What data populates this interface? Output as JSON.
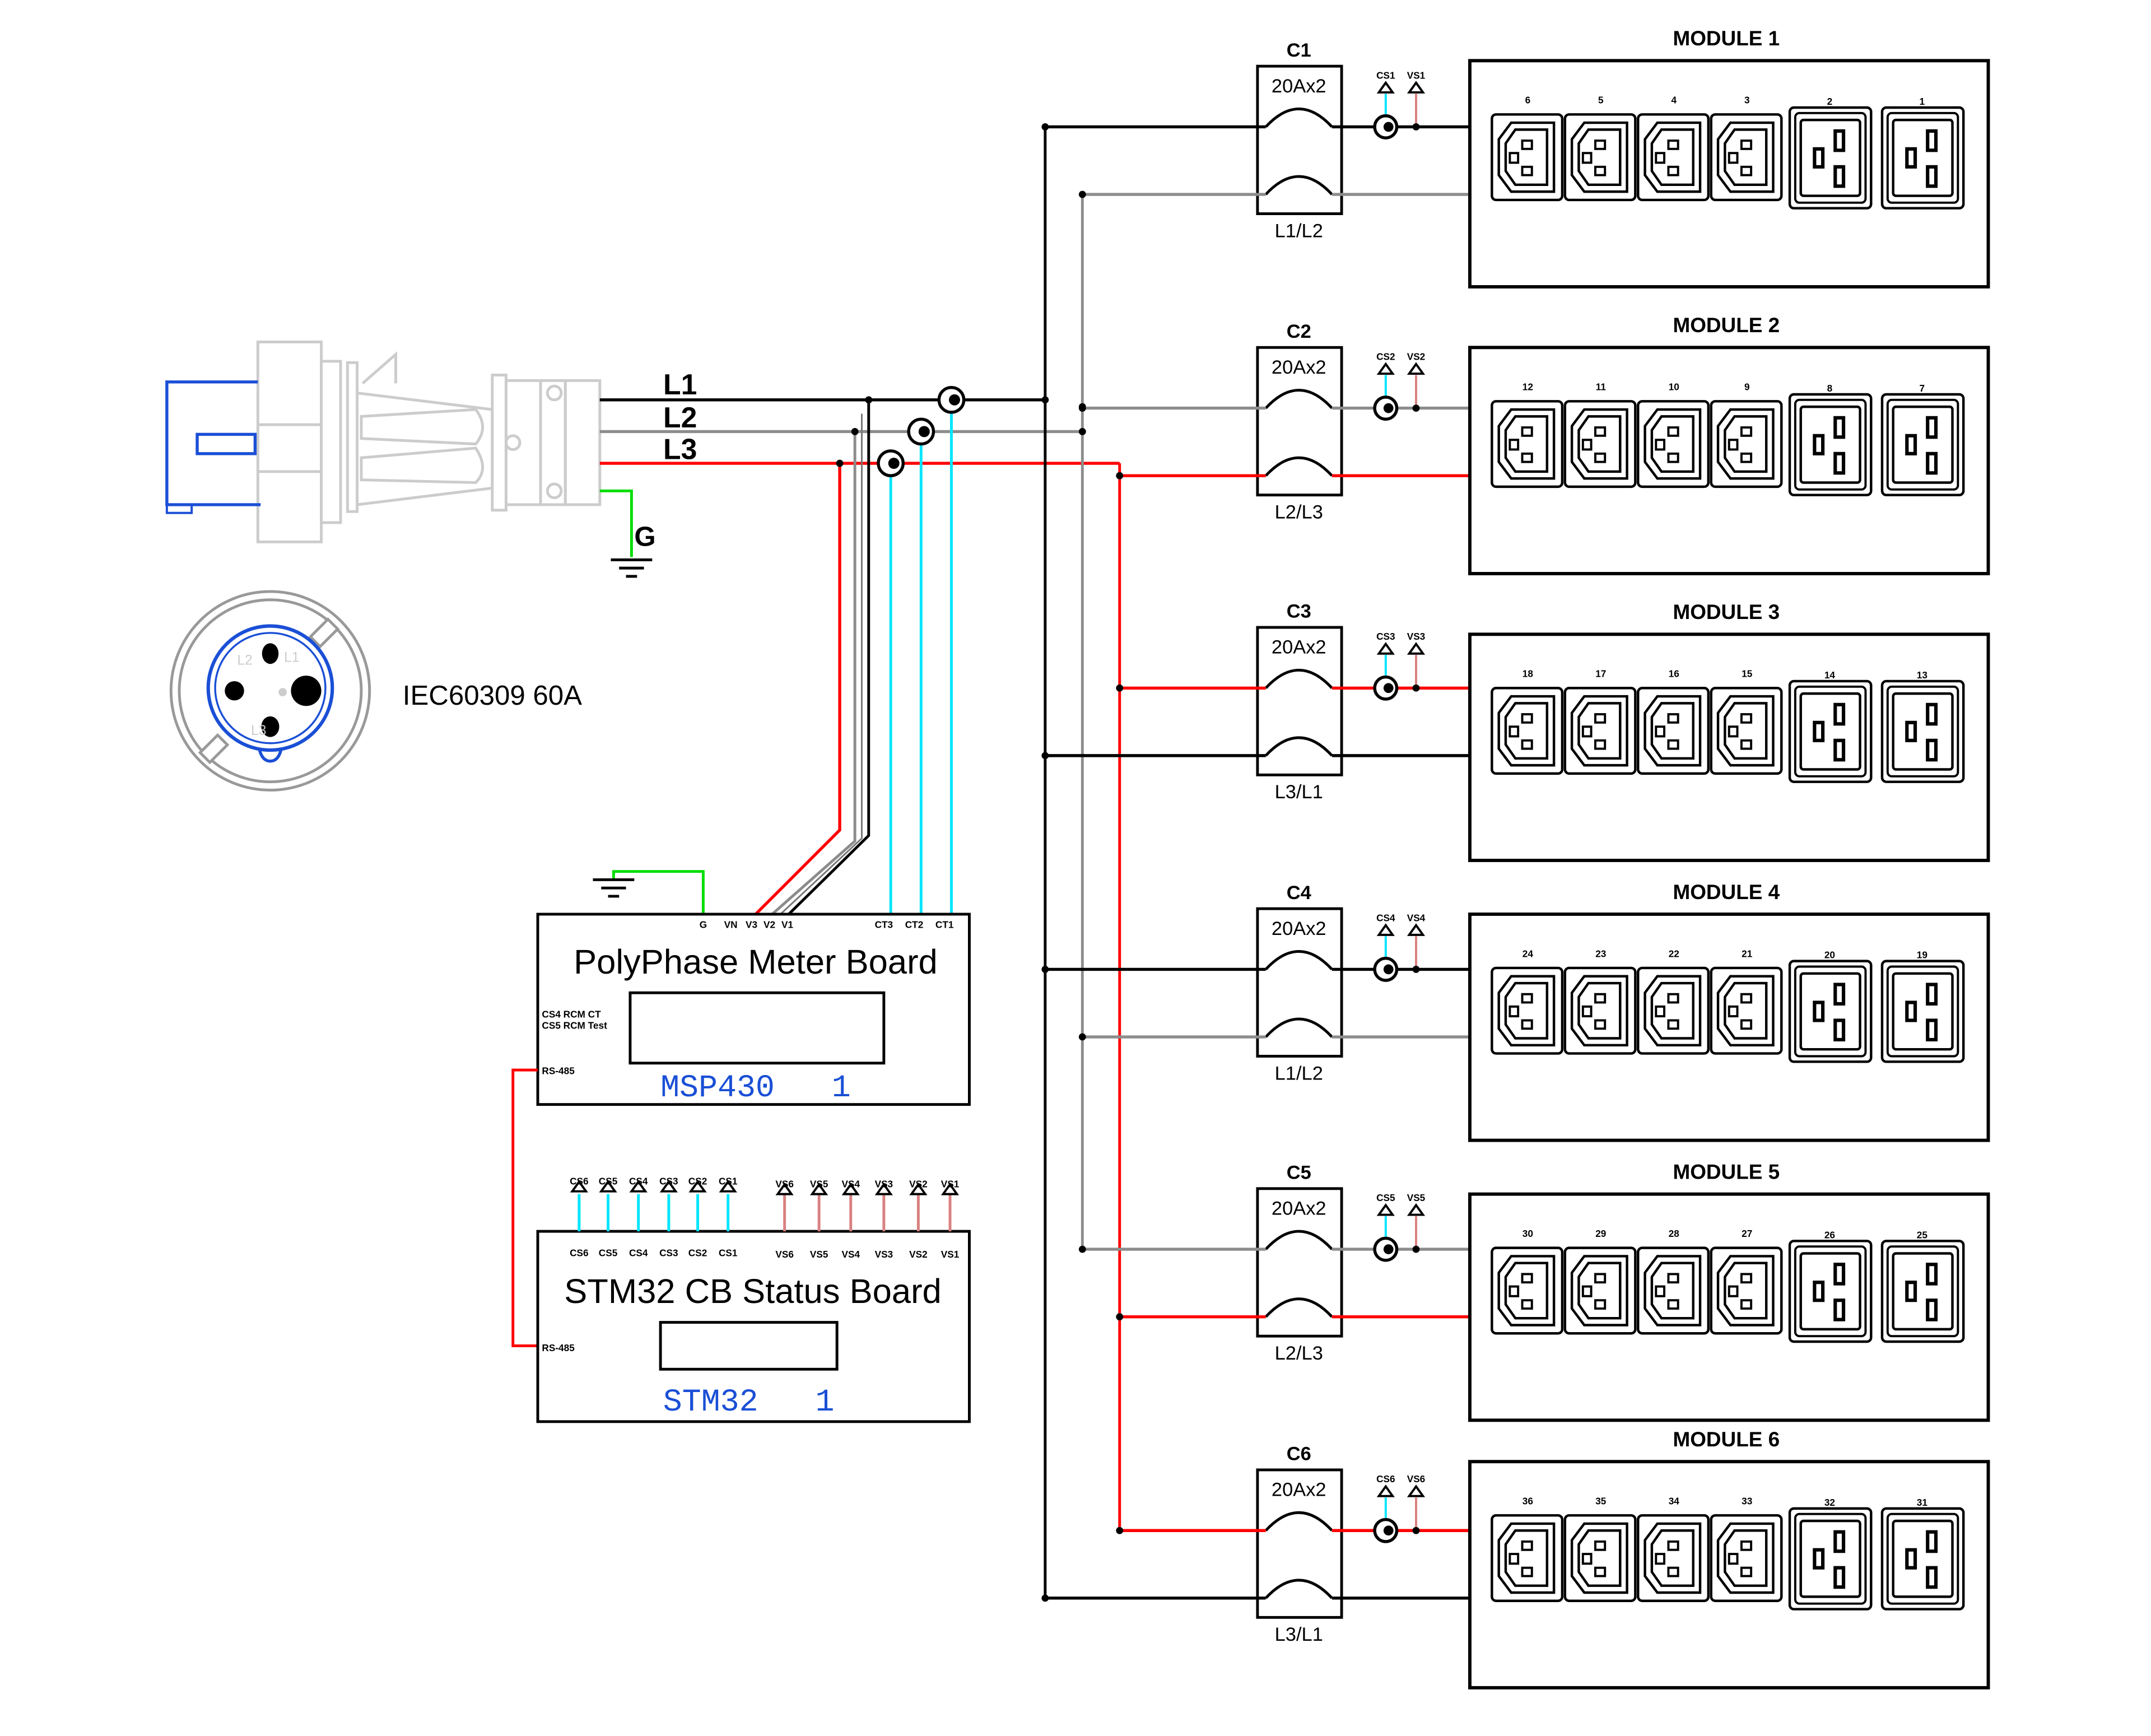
{
  "colors": {
    "L1": "#000000",
    "L2": "#8c8c8c",
    "L3": "#ff0000",
    "ground": "#00dd00",
    "ct_signal": "#00e5ff",
    "vs_signal": "#d98080",
    "rs485": "#ff0000",
    "plug_accent": "#1a4fd6",
    "plug_body": "#cccccc"
  },
  "inlet": {
    "phase_labels": [
      "L1",
      "L2",
      "L3"
    ],
    "ground_label": "G",
    "connector_label": "IEC60309 60A",
    "face_pin_labels": [
      "L1",
      "L2",
      "L3"
    ]
  },
  "meter_board": {
    "title": "PolyPhase Meter Board",
    "pins": [
      "G",
      "VN",
      "V3",
      "V2",
      "V1",
      "CT3",
      "CT2",
      "CT1"
    ],
    "side_notes": [
      "CS4 RCM CT",
      "CS5 RCM Test"
    ],
    "rs485_label": "RS-485",
    "chip_label": "MSP430   1"
  },
  "status_board": {
    "title": "STM32 CB Status Board",
    "cs_pins": [
      "CS6",
      "CS5",
      "CS4",
      "CS3",
      "CS2",
      "CS1"
    ],
    "vs_pins": [
      "VS6",
      "VS5",
      "VS4",
      "VS3",
      "VS2",
      "VS1"
    ],
    "rs485_label": "RS-485",
    "chip_label": "STM32   1"
  },
  "modules": [
    {
      "title": "MODULE 1",
      "breaker": "C1",
      "rating": "20Ax2",
      "phases": "L1/L2",
      "cs": "CS1",
      "vs": "VS1",
      "wires": [
        "L1",
        "L2"
      ],
      "outlets": [
        "6",
        "5",
        "4",
        "3",
        "2",
        "1"
      ]
    },
    {
      "title": "MODULE 2",
      "breaker": "C2",
      "rating": "20Ax2",
      "phases": "L2/L3",
      "cs": "CS2",
      "vs": "VS2",
      "wires": [
        "L2",
        "L3"
      ],
      "outlets": [
        "12",
        "11",
        "10",
        "9",
        "8",
        "7"
      ]
    },
    {
      "title": "MODULE 3",
      "breaker": "C3",
      "rating": "20Ax2",
      "phases": "L3/L1",
      "cs": "CS3",
      "vs": "VS3",
      "wires": [
        "L3",
        "L1"
      ],
      "outlets": [
        "18",
        "17",
        "16",
        "15",
        "14",
        "13"
      ]
    },
    {
      "title": "MODULE 4",
      "breaker": "C4",
      "rating": "20Ax2",
      "phases": "L1/L2",
      "cs": "CS4",
      "vs": "VS4",
      "wires": [
        "L1",
        "L2"
      ],
      "outlets": [
        "24",
        "23",
        "22",
        "21",
        "20",
        "19"
      ]
    },
    {
      "title": "MODULE 5",
      "breaker": "C5",
      "rating": "20Ax2",
      "phases": "L2/L3",
      "cs": "CS5",
      "vs": "VS5",
      "wires": [
        "L2",
        "L3"
      ],
      "outlets": [
        "30",
        "29",
        "28",
        "27",
        "26",
        "25"
      ]
    },
    {
      "title": "MODULE 6",
      "breaker": "C6",
      "rating": "20Ax2",
      "phases": "L3/L1",
      "cs": "CS6",
      "vs": "VS6",
      "wires": [
        "L3",
        "L1"
      ],
      "outlets": [
        "36",
        "35",
        "34",
        "33",
        "32",
        "31"
      ]
    }
  ]
}
